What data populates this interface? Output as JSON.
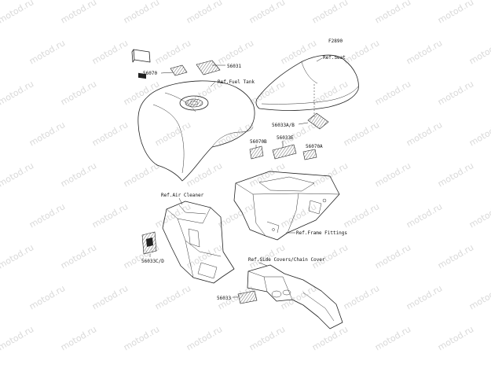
{
  "watermark": {
    "text": "motod.ru"
  },
  "figure_code": "F2890",
  "callouts": {
    "p56070": "56070",
    "p56031": "56031",
    "ref_fuel_tank": "Ref.Fuel Tank",
    "ref_seat": "Ref.Seat",
    "p56033ab": "56033A/B",
    "p56070b": "56070B",
    "p56033e": "56033E",
    "p56070a": "56070A",
    "ref_air_cleaner": "Ref.Air Cleaner",
    "ref_frame_fittings": "Ref.Frame Fittings",
    "p56033cd": "56033C/D",
    "ref_side_covers": "Ref.Side Covers/Chain Cover",
    "p56033": "56033"
  },
  "colors": {
    "line": "#222222",
    "watermark": "#d9d9d9",
    "background": "#ffffff"
  },
  "icons": {
    "catalog_mark": "kawasaki-book-icon"
  }
}
